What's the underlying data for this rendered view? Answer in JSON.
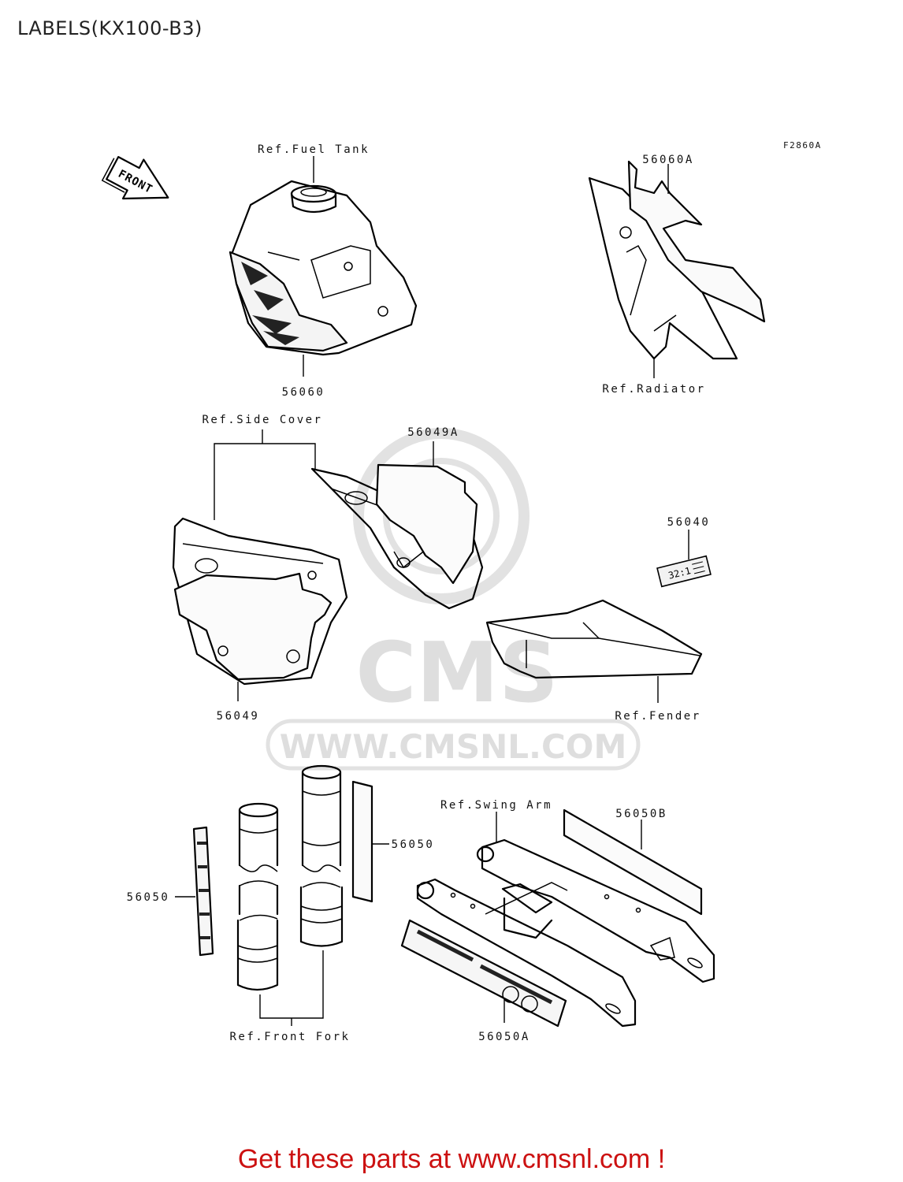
{
  "page_title": "LABELS(KX100-B3)",
  "figure_id": "F2860A",
  "front_arrow_label": "FRONT",
  "labels": {
    "ref_fuel_tank": "Ref.Fuel Tank",
    "p56060": "56060",
    "p56060a": "56060A",
    "ref_radiator": "Ref.Radiator",
    "ref_side_cover": "Ref.Side Cover",
    "p56049a": "56049A",
    "p56040": "56040",
    "p56049": "56049",
    "ref_fender": "Ref.Fender",
    "ref_swing_arm": "Ref.Swing Arm",
    "p56050b": "56050B",
    "p56050_right": "56050",
    "p56050_left": "56050",
    "ref_front_fork": "Ref.Front Fork",
    "p56050a": "56050A"
  },
  "sticker_texts": {
    "fuel_mix": "32:1"
  },
  "watermark": {
    "brand": "CMS",
    "url": "WWW.CMSNL.COM"
  },
  "promo_text": "Get these parts at www.cmsnl.com !",
  "colors": {
    "promo": "#cc1111",
    "watermark": "#dedede",
    "line": "#000000"
  }
}
